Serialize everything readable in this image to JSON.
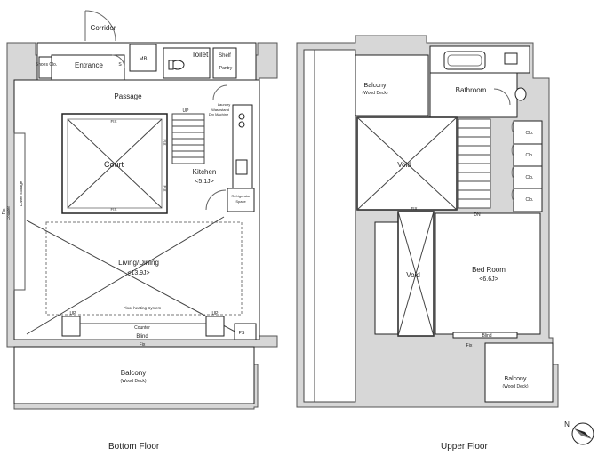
{
  "title": "",
  "bottom_floor": {
    "caption": "Bottom Floor",
    "rooms": {
      "corridor": "Corridor",
      "shoes_closet": "Shoes Clo.",
      "entrance": "Entrance",
      "sb": "S",
      "mb": "MB",
      "toilet": "Toilet",
      "shelf": "Shelf",
      "pantry": "Pantry",
      "passage": "Passage",
      "laundry_line1": "Laundry",
      "laundry_line2": "Washstand",
      "laundry_line3": "Dry Machine",
      "court": "Court",
      "kitchen": "Kitchen",
      "kitchen_size": "<5.1J>",
      "refrigerator_line1": "Refrigerator",
      "refrigerator_line2": "Space",
      "living_dining": "Living/Dining",
      "living_size": "<13.9J>",
      "floor_heating": "Floor heating System",
      "counter_storage_line1": "Counter",
      "counter_storage_line2": "Lower storage",
      "counter": "Counter",
      "blind": "Blind",
      "ps": "PS",
      "fix_left": "Fix",
      "fix_bottom": "Fix",
      "court_fix_top": "FIX",
      "court_fix_bottom": "FIX",
      "court_fix_side1": "FIX",
      "court_fix_side2": "FIX",
      "up_stair": "UP",
      "up_left": "UP",
      "up_right": "UP",
      "balcony": "Balcony",
      "balcony_sub": "(Wood Deck)"
    }
  },
  "upper_floor": {
    "caption": "Upper Floor",
    "rooms": {
      "balcony_top": "Balcony",
      "balcony_top_sub": "(Wood Deck)",
      "bathroom": "Bathroom",
      "void_top": "Void",
      "void_bottom": "Void",
      "void_fix": "FIX",
      "bedroom": "Bed Room",
      "bedroom_size": "<6.6J>",
      "closet": "Clo.",
      "dn": "DN",
      "blind": "Blind",
      "fix": "Fix",
      "balcony_bottom": "Balcony",
      "balcony_bottom_sub": "(Wood Deck)"
    }
  },
  "compass": {
    "label": "N",
    "icon": "north-arrow-icon"
  },
  "colors": {
    "wall": "#8a8a8a",
    "line": "#222222",
    "paper": "#ffffff"
  }
}
